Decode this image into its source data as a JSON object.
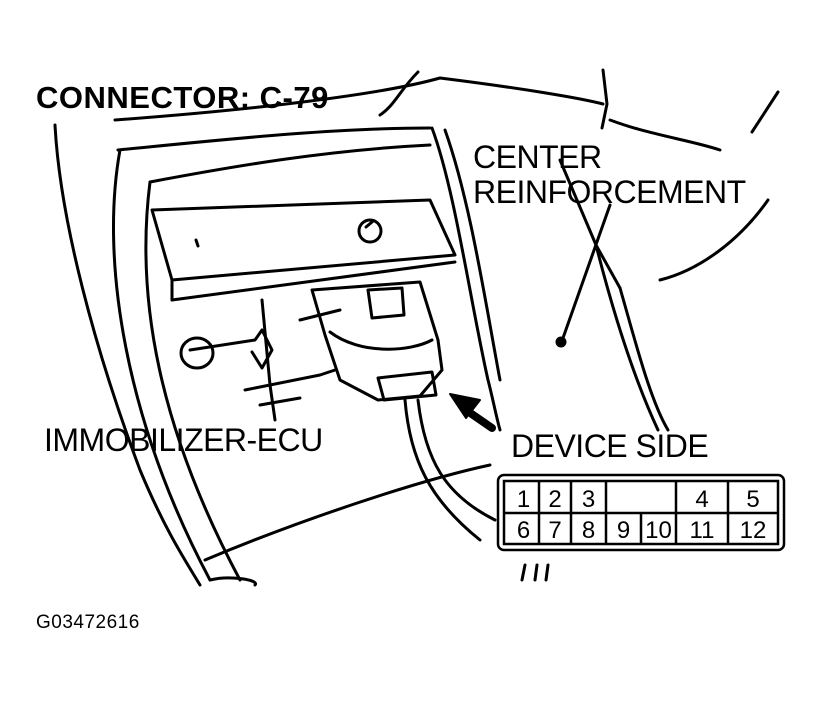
{
  "title": "CONNECTOR: C-79",
  "labels": {
    "center_line1": "CENTER",
    "center_line2": "REINFORCEMENT",
    "immobilizer": "IMMOBILIZER-ECU",
    "device_side": "DEVICE SIDE"
  },
  "connector": {
    "top_pins": [
      "1",
      "2",
      "3",
      "4",
      "5"
    ],
    "bottom_pins": [
      "6",
      "7",
      "8",
      "9",
      "10",
      "11",
      "12"
    ]
  },
  "figure_id": "G03472616"
}
